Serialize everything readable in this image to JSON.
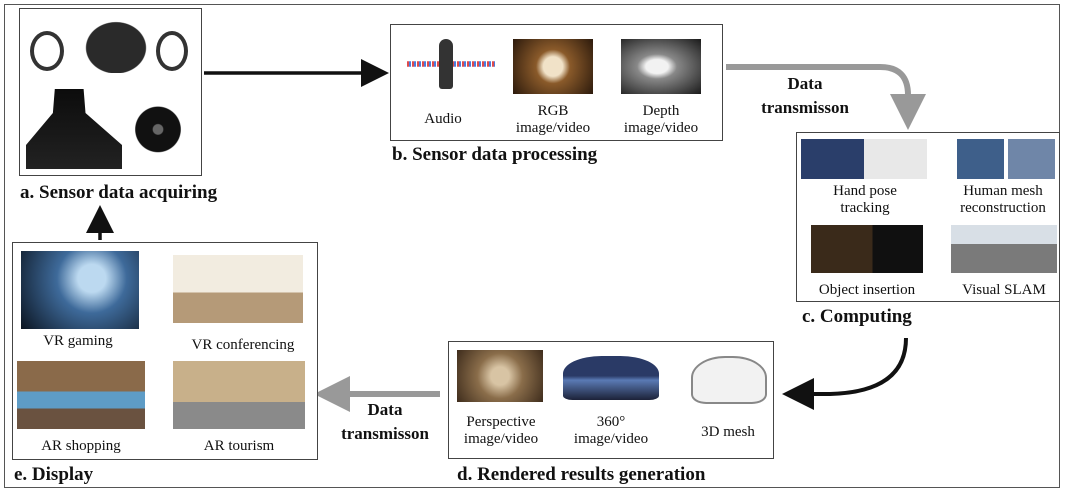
{
  "sections": {
    "a": {
      "title": "a. Sensor data acquiring"
    },
    "b": {
      "title": "b. Sensor data processing",
      "items": [
        {
          "label": "Audio"
        },
        {
          "label": "RGB\nimage/video"
        },
        {
          "label": "Depth\nimage/video"
        }
      ]
    },
    "c": {
      "title": "c. Computing",
      "items": [
        {
          "label": "Hand pose\ntracking"
        },
        {
          "label": "Human mesh\nreconstruction"
        },
        {
          "label": "Object insertion"
        },
        {
          "label": "Visual SLAM"
        }
      ]
    },
    "d": {
      "title": "d. Rendered results generation",
      "items": [
        {
          "label": "Perspective\nimage/video"
        },
        {
          "label": "360°\nimage/video"
        },
        {
          "label": "3D mesh"
        }
      ]
    },
    "e": {
      "title": "e. Display",
      "items": [
        {
          "label": "VR gaming"
        },
        {
          "label": "VR conferencing"
        },
        {
          "label": "AR shopping"
        },
        {
          "label": "AR tourism"
        }
      ]
    }
  },
  "transmission": {
    "top": "Data\ntransmisson",
    "bottom": "Data\ntransmisson"
  }
}
